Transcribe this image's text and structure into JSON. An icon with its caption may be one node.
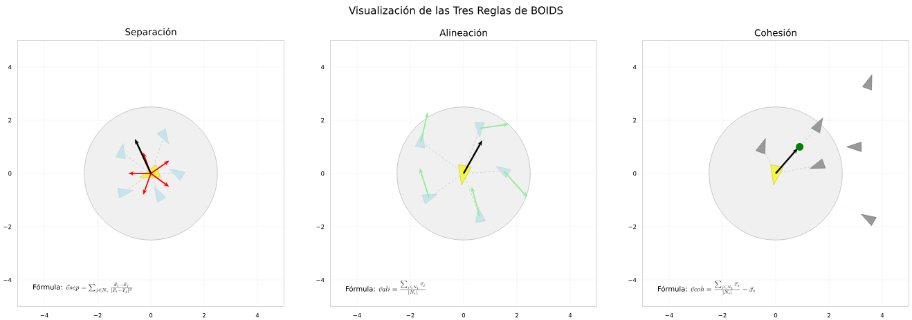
{
  "diagram": {
    "title": "Visualización de las Tres Reglas de BOIDS",
    "labels": [
      "Separación",
      "4",
      "2",
      "0",
      "−2",
      "−4",
      "−4",
      "−2",
      "0",
      "2",
      "4",
      "Fórmula:",
      "\\vec{v}sep = \\sum_{j \\in N_i} \\frac{\\vec{x}_i - \\vec{x}_j}{|\\vec{x}_i - \\vec{x}_j|^2}",
      "Alineación",
      "4",
      "2",
      "0",
      "−2",
      "−4",
      "−4",
      "−2",
      "0",
      "2",
      "4",
      "Fórmula:",
      "\\vec{v}ali = \\frac{\\sum_{j \\in N_i} \\vec{v}_j}{|N_i|}",
      "Cohesión",
      "4",
      "2",
      "0",
      "−2",
      "−4",
      "−4",
      "−2",
      "0",
      "2",
      "4",
      "Fórmula:",
      "\\vec{v}coh = \\frac{\\sum_{j \\in N_i} \\vec{x}_j}{|N_i|} - \\vec{x}_i"
    ]
  }
}
